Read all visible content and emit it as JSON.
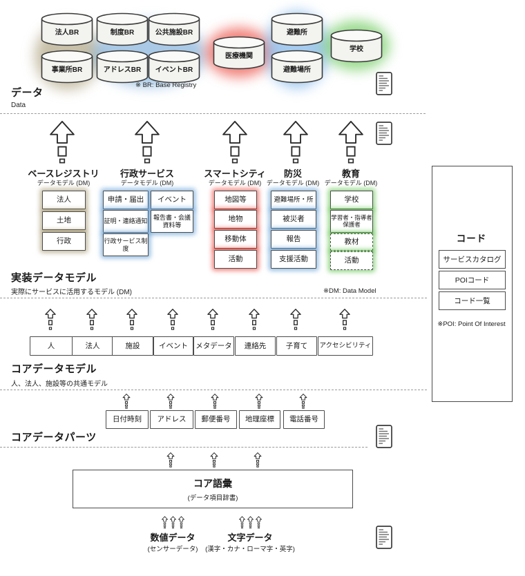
{
  "colors": {
    "tan_glow": "#928252",
    "blue_glow": "#6aa3d7",
    "red_glow": "#e7372d",
    "green_glow": "#52be3e",
    "box_border": "#4a4a4a"
  },
  "icons": {
    "document": "document-icon",
    "up_arrow": "up-arrow-icon",
    "cylinder": "database-cylinder-icon"
  },
  "data_section": {
    "title": "データ",
    "title_en": "Data",
    "br_note": "※ BR: Base Registry",
    "cylinders": [
      {
        "label": "法人BR",
        "glow": "tan"
      },
      {
        "label": "制度BR",
        "glow": "blue"
      },
      {
        "label": "公共施設BR",
        "glow": "blue"
      },
      {
        "label": "事業所BR",
        "glow": "tan"
      },
      {
        "label": "アドレスBR",
        "glow": "blue"
      },
      {
        "label": "イベントBR",
        "glow": "blue"
      },
      {
        "label": "医療機関",
        "glow": "red"
      },
      {
        "label": "避難所",
        "glow": "blue"
      },
      {
        "label": "避難場所",
        "glow": "blue"
      },
      {
        "label": "学校",
        "glow": "green"
      }
    ]
  },
  "impl_section": {
    "title": "実装データモデル",
    "subtitle": "実際にサービスに活用するモデル (DM)",
    "dm_note": "※DM: Data Model",
    "columns": [
      {
        "name": "ベースレジストリ",
        "sub": "データモデル (DM)",
        "boxes": [
          "法人",
          "土地",
          "行政"
        ]
      },
      {
        "name": "行政サービス",
        "sub": "データモデル (DM)",
        "boxes": [
          "申請・届出",
          "イベント",
          "証明・連絡通知",
          "報告書・会議資料等",
          "行政サービス制度"
        ]
      },
      {
        "name": "スマートシティ",
        "sub": "データモデル (DM)",
        "boxes": [
          "地図等",
          "地物",
          "移動体",
          "活動"
        ]
      },
      {
        "name": "防災",
        "sub": "データモデル (DM)",
        "boxes": [
          "避難場所・所",
          "被災者",
          "報告",
          "支援活動"
        ]
      },
      {
        "name": "教育",
        "sub": "データモデル (DM)",
        "boxes": [
          "学校",
          "学習者・指導者保護者",
          "教材",
          "活動"
        ]
      }
    ]
  },
  "core_model_section": {
    "title": "コアデータモデル",
    "subtitle": "人、法人、施設等の共通モデル",
    "boxes": [
      "人",
      "法人",
      "施設",
      "イベント",
      "メタデータ",
      "連絡先",
      "子育て",
      "アクセシビリティ"
    ]
  },
  "core_parts_section": {
    "title": "コアデータパーツ",
    "boxes": [
      "日付時刻",
      "アドレス",
      "郵便番号",
      "地理座標",
      "電話番号"
    ]
  },
  "vocab_section": {
    "title": "コア語彙",
    "subtitle": "(データ項目辞書)"
  },
  "bottom_section": {
    "items": [
      {
        "title": "数値データ",
        "subtitle": "(センサーデータ)"
      },
      {
        "title": "文字データ",
        "subtitle": "(漢字・カナ・ローマ字・英字)"
      }
    ]
  },
  "code_panel": {
    "title": "コード",
    "boxes": [
      "サービスカタログ",
      "POIコード",
      "コード一覧"
    ],
    "note": "※POI: Point Of Interest"
  }
}
